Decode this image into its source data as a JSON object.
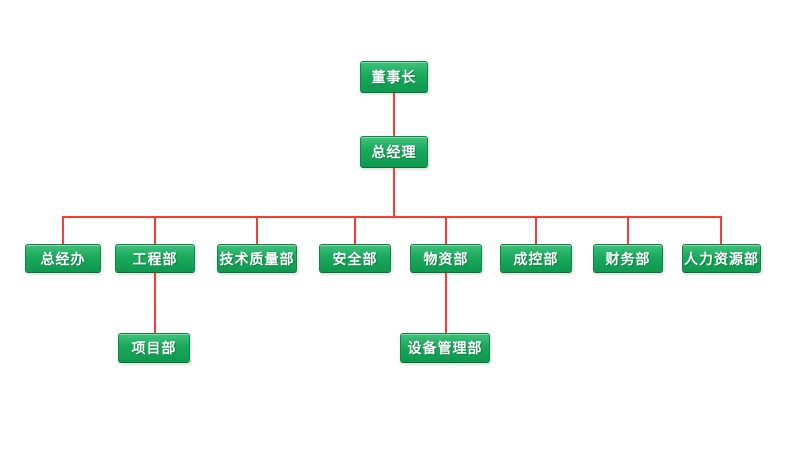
{
  "diagram": {
    "type": "org-chart",
    "background_color": "#ffffff",
    "node_fill_top": "#3fc27d",
    "node_fill_bottom": "#0e9a4e",
    "node_border_color": "#0a8a44",
    "node_text_color": "#ffffff",
    "connector_color": "#fb3a3a",
    "root": {
      "label": "董事长"
    },
    "level2": {
      "label": "总经理",
      "parent": "董事长"
    },
    "level3": [
      {
        "label": "总经办",
        "parent": "总经理"
      },
      {
        "label": "工程部",
        "parent": "总经理"
      },
      {
        "label": "技术质量部",
        "parent": "总经理"
      },
      {
        "label": "安全部",
        "parent": "总经理"
      },
      {
        "label": "物资部",
        "parent": "总经理"
      },
      {
        "label": "成控部",
        "parent": "总经理"
      },
      {
        "label": "财务部",
        "parent": "总经理"
      },
      {
        "label": "人力资源部",
        "parent": "总经理"
      }
    ],
    "level4": [
      {
        "label": "项目部",
        "parent": "工程部"
      },
      {
        "label": "设备管理部",
        "parent": "物资部"
      }
    ]
  }
}
